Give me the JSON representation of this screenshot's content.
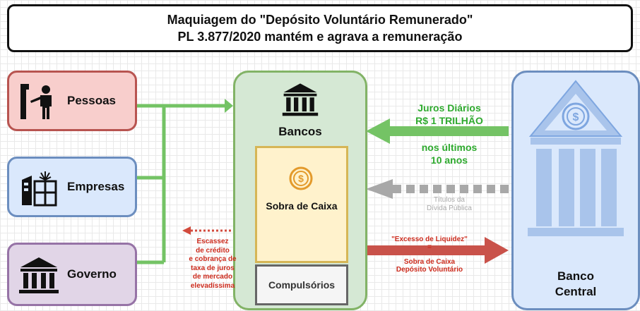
{
  "title": {
    "line1": "Maquiagem do \"Depósito Voluntário Remunerado\"",
    "line2": "PL 3.877/2020 mantém e agrava a remuneração"
  },
  "entities": {
    "pessoas": "Pessoas",
    "empresas": "Empresas",
    "governo": "Governo"
  },
  "bancos": {
    "label": "Bancos",
    "sobra": "Sobra de Caixa",
    "compulsorios": "Compulsórios"
  },
  "banco_central": {
    "line1": "Banco",
    "line2": "Central"
  },
  "arrows": {
    "juros_line1": "Juros Diários",
    "juros_line2": "R$ 1 TRILHÃO",
    "periodo_line1": "nos últimos",
    "periodo_line2": "10 anos",
    "titulos_line1": "Títulos da",
    "titulos_line2": "Dívida Pública",
    "excesso_line1": "\"Excesso de Liquidez\"",
    "excesso_line2": "=",
    "excesso_line3": "Sobra de Caixa",
    "excesso_line4": "Depósito Voluntário",
    "escassez": [
      "Escassez",
      "de crédito",
      "e cobrança de",
      "taxa de juros",
      "de mercado",
      "elevadíssima"
    ]
  },
  "colors": {
    "red_fill": "#f8cecc",
    "red_border": "#b85450",
    "blue_fill": "#dae8fc",
    "blue_border": "#6c8ebf",
    "purple_fill": "#e1d5e7",
    "purple_border": "#9673a6",
    "green_fill": "#d5e8d4",
    "green_border": "#82b366",
    "yellow_fill": "#fff2cc",
    "yellow_border": "#d6b656",
    "arrow_green": "#74c365",
    "arrow_red": "#c9524a",
    "arrow_gray": "#a8a8a8"
  },
  "icons": [
    "person-at-door-icon",
    "buildings-icon",
    "bank-building-icon",
    "coin-icon",
    "central-bank-icon"
  ]
}
